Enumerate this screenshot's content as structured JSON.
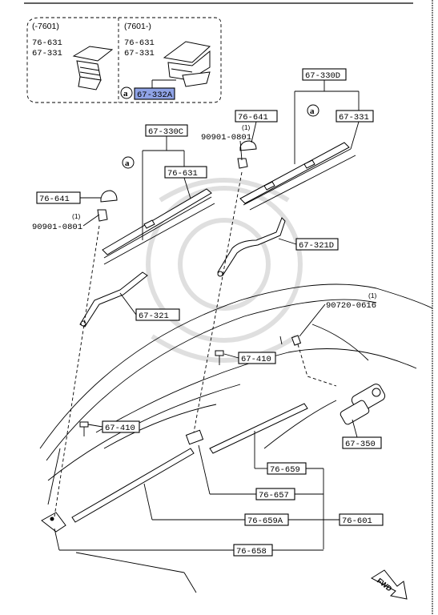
{
  "inset": {
    "left_title": "(-7601)",
    "right_title": "(7601-)",
    "left_parts": [
      "76-631",
      "67-331"
    ],
    "right_parts": [
      "76-631",
      "67-331"
    ],
    "highlighted_part": "67-332A",
    "highlight_color": "#8fa3e6",
    "callout": "a"
  },
  "callouts": {
    "a1": "a",
    "a2": "a"
  },
  "labels": {
    "blade_assy_right": "67-330D",
    "blade_right": "67-331",
    "cap_right": "76-641",
    "nut_right": "90901-0801",
    "nut_right_qty": "(1)",
    "blade_assy_left": "67-330C",
    "blade_left": "76-631",
    "cap_left": "76-641",
    "nut_left": "90901-0801",
    "nut_left_qty": "(1)",
    "arm_right": "67-321D",
    "arm_left": "67-321",
    "bolt_motor": "90720-0616",
    "bolt_motor_qty": "(1)",
    "bolt_a": "67-410",
    "bolt_b": "67-410",
    "motor": "67-350",
    "link_a": "76-659",
    "pivot_a": "76-657",
    "link_b": "76-659A",
    "linkage_assy": "76-601",
    "pivot_b": "76-658"
  },
  "direction_indicator": "FWD"
}
